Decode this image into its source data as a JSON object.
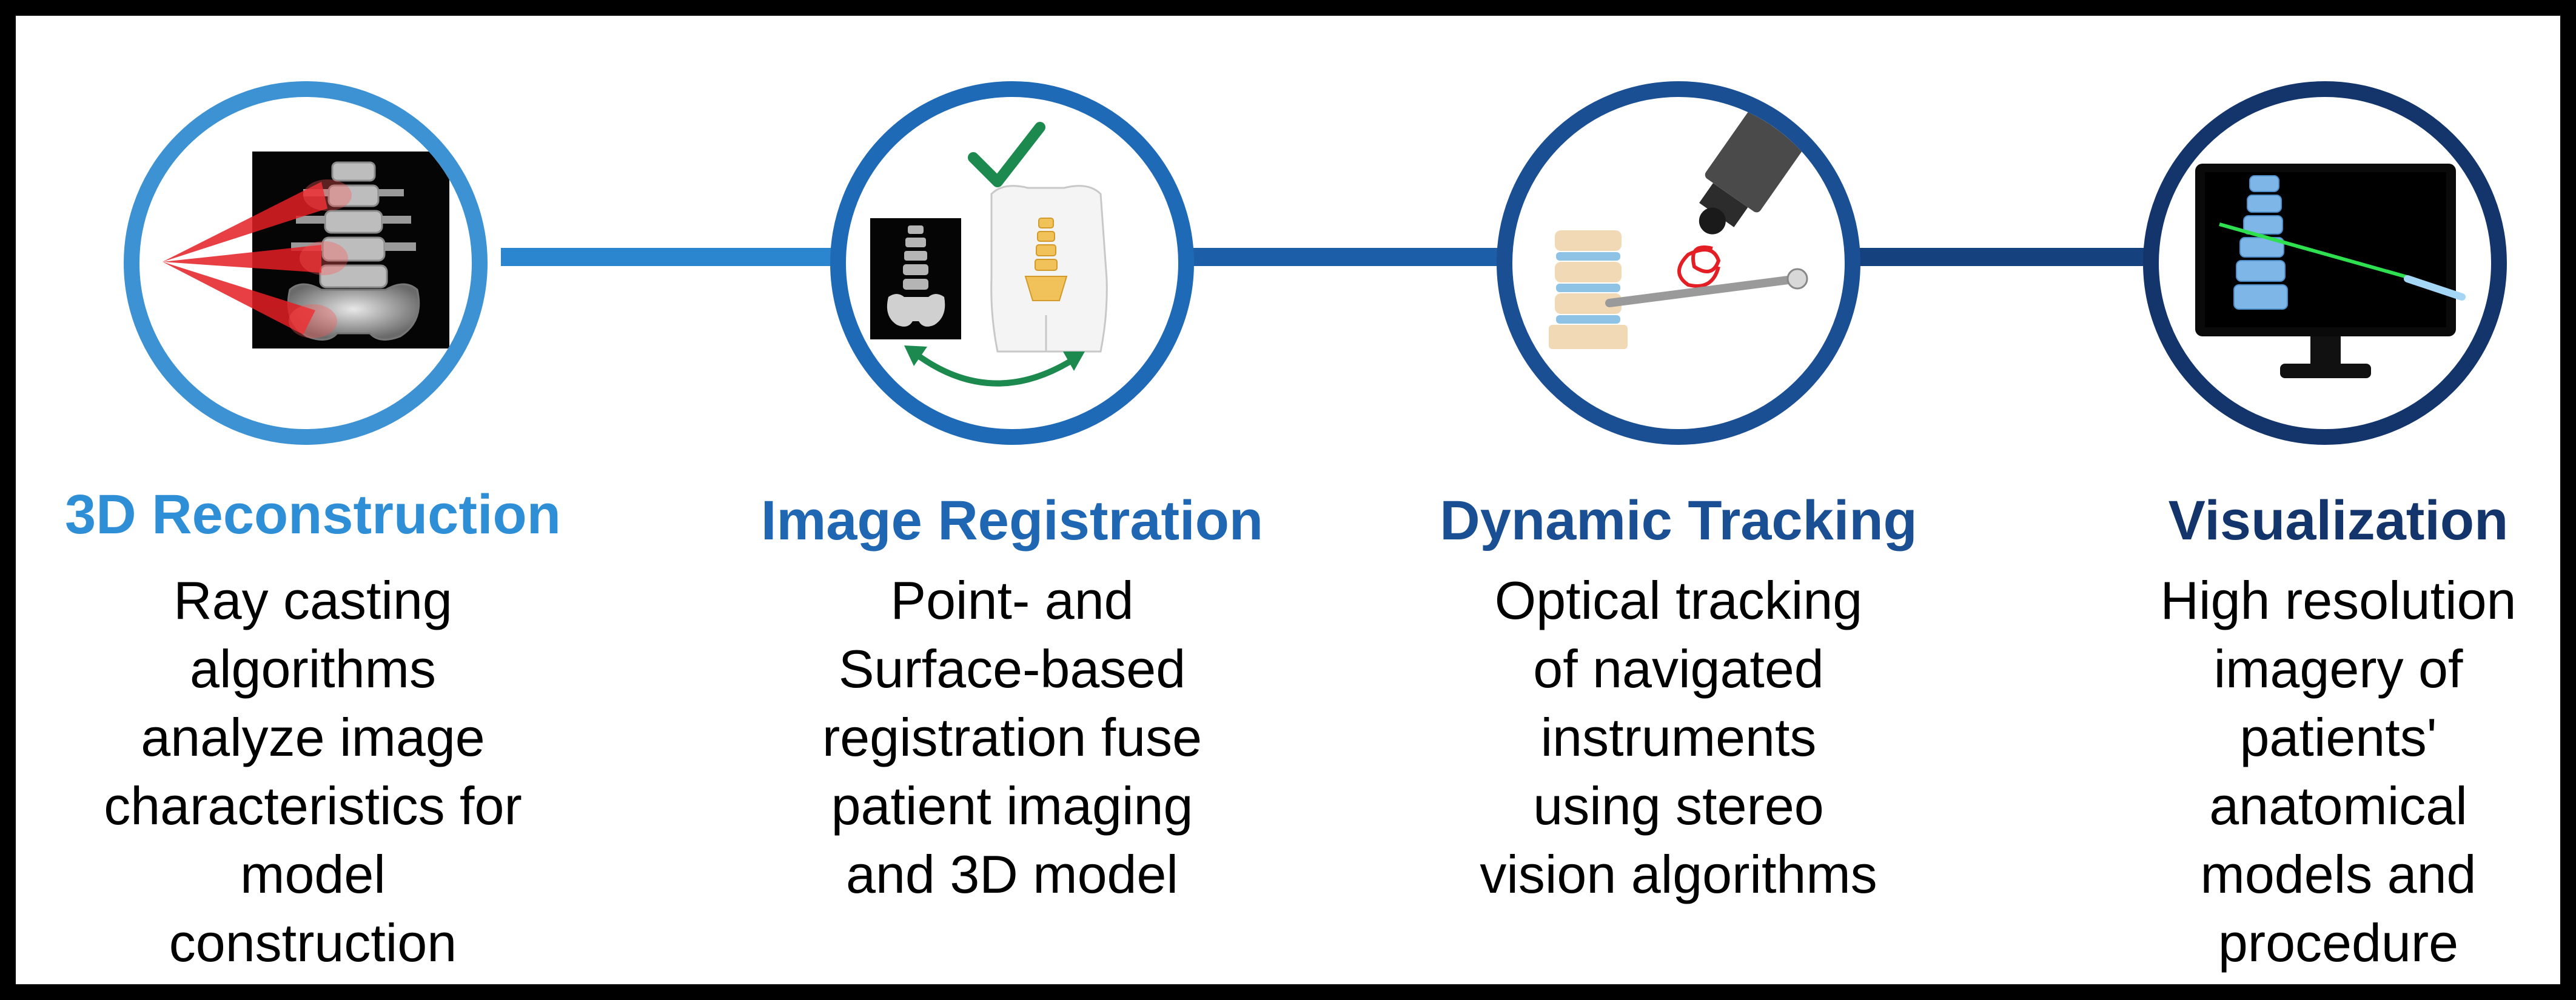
{
  "stages": [
    {
      "title": "3D Reconstruction",
      "description": "Ray casting\nalgorithms\nanalyze image\ncharacteristics for\nmodel\nconstruction",
      "icon": "spine-ray-casting-icon",
      "color": "#2f8fd6"
    },
    {
      "title": "Image Registration",
      "description": "Point- and\nSurface-based\nregistration fuse\npatient imaging\nand 3D model",
      "icon": "image-registration-icon",
      "color": "#1f66b3"
    },
    {
      "title": "Dynamic Tracking",
      "description": "Optical tracking\nof navigated\ninstruments\nusing stereo\nvision algorithms",
      "icon": "optical-tracking-icon",
      "color": "#1a4f93"
    },
    {
      "title": "Visualization",
      "description": "High resolution\nimagery of\npatients'\nanatomical\nmodels and\nprocedure",
      "icon": "monitor-visualization-icon",
      "color": "#13356c"
    }
  ]
}
